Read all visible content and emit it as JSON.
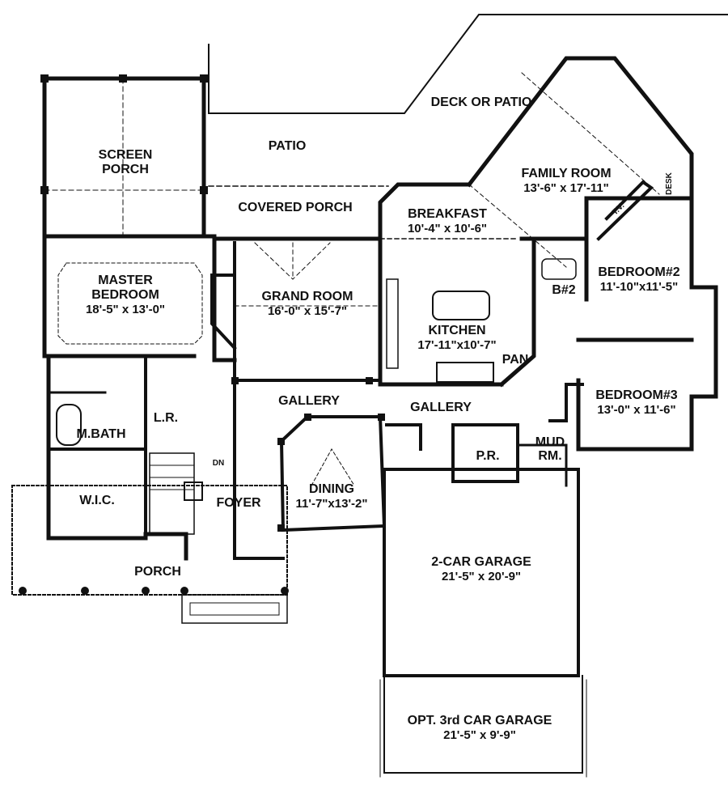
{
  "rooms": {
    "deck": {
      "name": "DECK OR PATIO"
    },
    "screen_porch": {
      "name": "SCREEN PORCH"
    },
    "patio": {
      "name": "PATIO"
    },
    "covered_porch": {
      "name": "COVERED PORCH"
    },
    "family_room": {
      "name": "FAMILY ROOM",
      "dim": "13'-6\" x 17'-11\""
    },
    "desk": {
      "name": "DESK"
    },
    "tv": {
      "name": "T.V."
    },
    "breakfast": {
      "name": "BREAKFAST",
      "dim": "10'-4\" x 10'-6\""
    },
    "master_bedroom": {
      "name": "MASTER BEDROOM",
      "dim": "18'-5\" x 13'-0\""
    },
    "grand_room": {
      "name": "GRAND ROOM",
      "dim": "16'-0\" x 15'-7\""
    },
    "kitchen": {
      "name": "KITCHEN",
      "dim": "17'-11\"x10'-7\""
    },
    "bath2": {
      "name": "B#2"
    },
    "bedroom2": {
      "name": "BEDROOM#2",
      "dim": "11'-10\"x11'-5\""
    },
    "pantry": {
      "name": "PAN"
    },
    "gallery_left": {
      "name": "GALLERY"
    },
    "gallery_right": {
      "name": "GALLERY"
    },
    "bedroom3": {
      "name": "BEDROOM#3",
      "dim": "13'-0\" x 11'-6\""
    },
    "laundry": {
      "name": "L.R."
    },
    "master_bath": {
      "name": "M.BATH"
    },
    "stairs": {
      "name": "DN"
    },
    "wic": {
      "name": "W.I.C."
    },
    "foyer": {
      "name": "FOYER"
    },
    "dining": {
      "name": "DINING",
      "dim": "11'-7\"x13'-2\""
    },
    "powder": {
      "name": "P.R."
    },
    "mudroom": {
      "name": "MUD RM."
    },
    "garage": {
      "name": "2-CAR GARAGE",
      "dim": "21'-5\" x 20'-9\""
    },
    "porch": {
      "name": "PORCH"
    },
    "garage3": {
      "name": "OPT. 3rd CAR GARAGE",
      "dim": "21'-5\" x 9'-9\""
    }
  },
  "colors": {
    "wall": "#111111",
    "background": "#ffffff"
  }
}
